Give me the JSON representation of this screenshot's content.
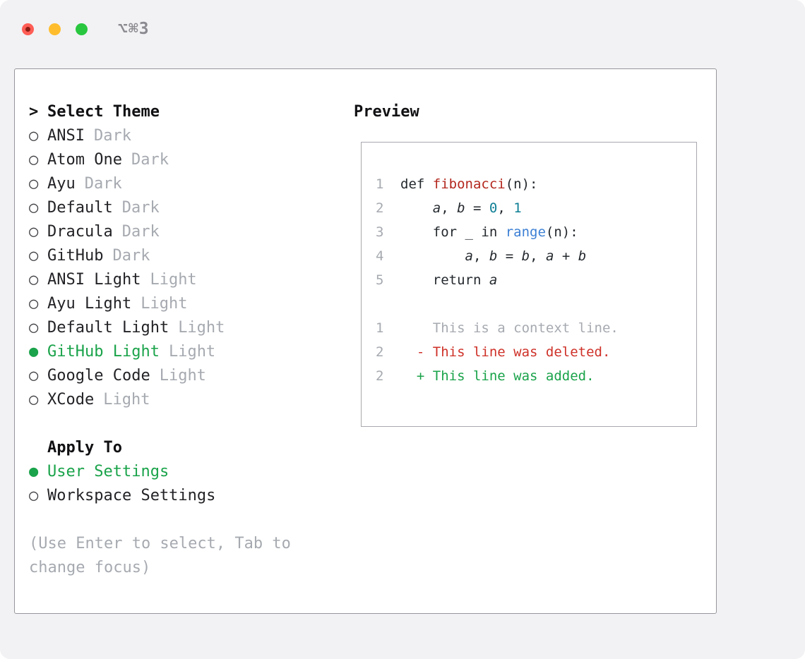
{
  "colors": {
    "accent_green": "#1aa34a",
    "deleted_red": "#ce3128",
    "function_red": "#b3271e",
    "number_teal": "#0f7f95",
    "builtin_blue": "#3b7fd4",
    "muted_gray": "#a6aab0",
    "traffic_red": "#ff5d55",
    "traffic_yellow": "#ffbd2d",
    "traffic_green": "#29c73f"
  },
  "titlebar": {
    "shortcut": "⌥⌘3"
  },
  "theme_selector": {
    "prompt": ">",
    "title": "Select Theme",
    "options": [
      {
        "label": "ANSI",
        "tag": "Dark",
        "selected": false
      },
      {
        "label": "Atom One",
        "tag": "Dark",
        "selected": false
      },
      {
        "label": "Ayu",
        "tag": "Dark",
        "selected": false
      },
      {
        "label": "Default",
        "tag": "Dark",
        "selected": false
      },
      {
        "label": "Dracula",
        "tag": "Dark",
        "selected": false
      },
      {
        "label": "GitHub",
        "tag": "Dark",
        "selected": false
      },
      {
        "label": "ANSI Light",
        "tag": "Light",
        "selected": false
      },
      {
        "label": "Ayu Light",
        "tag": "Light",
        "selected": false
      },
      {
        "label": "Default Light",
        "tag": "Light",
        "selected": false
      },
      {
        "label": "GitHub Light",
        "tag": "Light",
        "selected": true
      },
      {
        "label": "Google Code",
        "tag": "Light",
        "selected": false
      },
      {
        "label": "XCode",
        "tag": "Light",
        "selected": false
      }
    ]
  },
  "apply_to": {
    "title": "Apply To",
    "options": [
      {
        "label": "User Settings",
        "selected": true
      },
      {
        "label": "Workspace Settings",
        "selected": false
      }
    ]
  },
  "hint": "(Use Enter to select, Tab to change focus)",
  "preview": {
    "title": "Preview",
    "lines": [
      {
        "num": "1",
        "tokens": [
          {
            "t": "def ",
            "c": "plain"
          },
          {
            "t": "fibonacci",
            "c": "func"
          },
          {
            "t": "(n):",
            "c": "plain"
          }
        ]
      },
      {
        "num": "2",
        "tokens": [
          {
            "t": "    ",
            "c": "plain"
          },
          {
            "t": "a",
            "c": "var"
          },
          {
            "t": ", ",
            "c": "plain"
          },
          {
            "t": "b",
            "c": "var"
          },
          {
            "t": " = ",
            "c": "plain"
          },
          {
            "t": "0",
            "c": "num"
          },
          {
            "t": ", ",
            "c": "plain"
          },
          {
            "t": "1",
            "c": "num"
          }
        ]
      },
      {
        "num": "3",
        "tokens": [
          {
            "t": "    for _ in ",
            "c": "plain"
          },
          {
            "t": "range",
            "c": "builtin"
          },
          {
            "t": "(n):",
            "c": "plain"
          }
        ]
      },
      {
        "num": "4",
        "tokens": [
          {
            "t": "        ",
            "c": "plain"
          },
          {
            "t": "a",
            "c": "var"
          },
          {
            "t": ", ",
            "c": "plain"
          },
          {
            "t": "b",
            "c": "var"
          },
          {
            "t": " = ",
            "c": "plain"
          },
          {
            "t": "b",
            "c": "var"
          },
          {
            "t": ", ",
            "c": "plain"
          },
          {
            "t": "a",
            "c": "var"
          },
          {
            "t": " + ",
            "c": "plain"
          },
          {
            "t": "b",
            "c": "var"
          }
        ]
      },
      {
        "num": "5",
        "tokens": [
          {
            "t": "    return ",
            "c": "plain"
          },
          {
            "t": "a",
            "c": "var"
          }
        ]
      },
      {
        "num": "",
        "tokens": []
      },
      {
        "num": "1",
        "tokens": [
          {
            "t": "    This is a context line.",
            "c": "ctx"
          }
        ]
      },
      {
        "num": "2",
        "tokens": [
          {
            "t": "  - This line was deleted.",
            "c": "del"
          }
        ]
      },
      {
        "num": "2",
        "tokens": [
          {
            "t": "  + This line was added.",
            "c": "add"
          }
        ]
      }
    ]
  }
}
